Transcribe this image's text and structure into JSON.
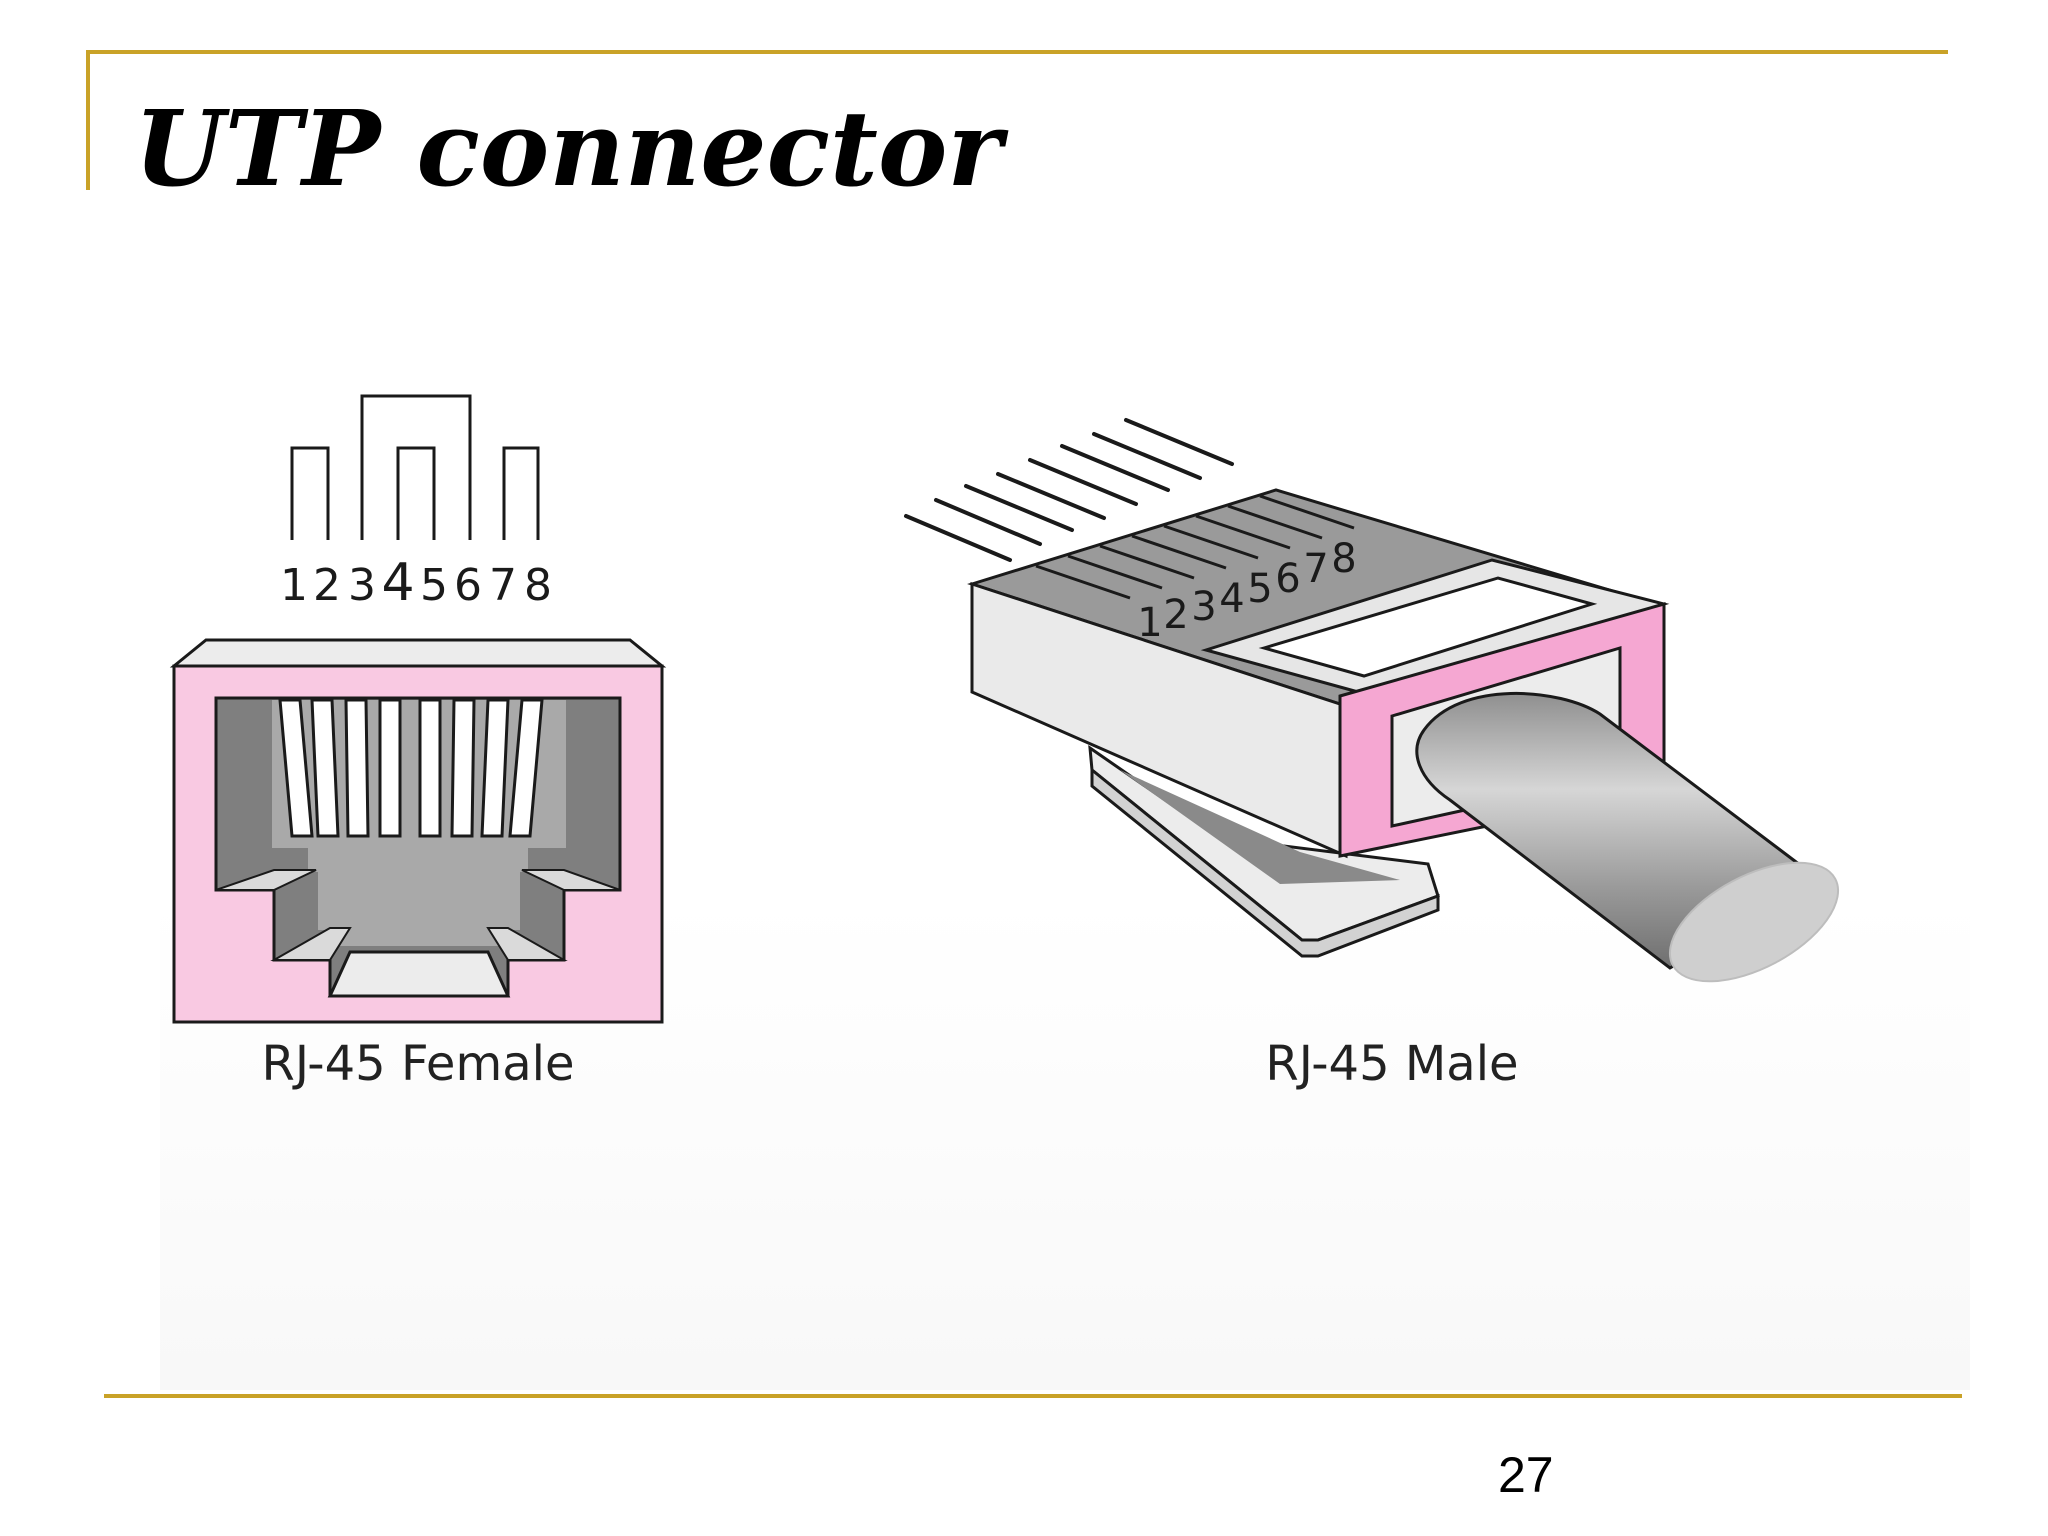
{
  "slide": {
    "title": "UTP connector",
    "page_number": "27"
  },
  "female": {
    "pin_numbers": [
      "1",
      "2",
      "3",
      "4",
      "5",
      "6",
      "7",
      "8"
    ],
    "caption": "RJ-45 Female"
  },
  "male": {
    "pin_numbers": [
      "1",
      "2",
      "3",
      "4",
      "5",
      "6",
      "7",
      "8"
    ],
    "caption": "RJ-45 Male"
  },
  "colors": {
    "accent_rule": "#C9A227",
    "connector_pink": "#F9C9E2",
    "connector_pink_strong": "#F5A7D2",
    "contact_gray": "#808080",
    "body_gray": "#E4E4E4"
  }
}
